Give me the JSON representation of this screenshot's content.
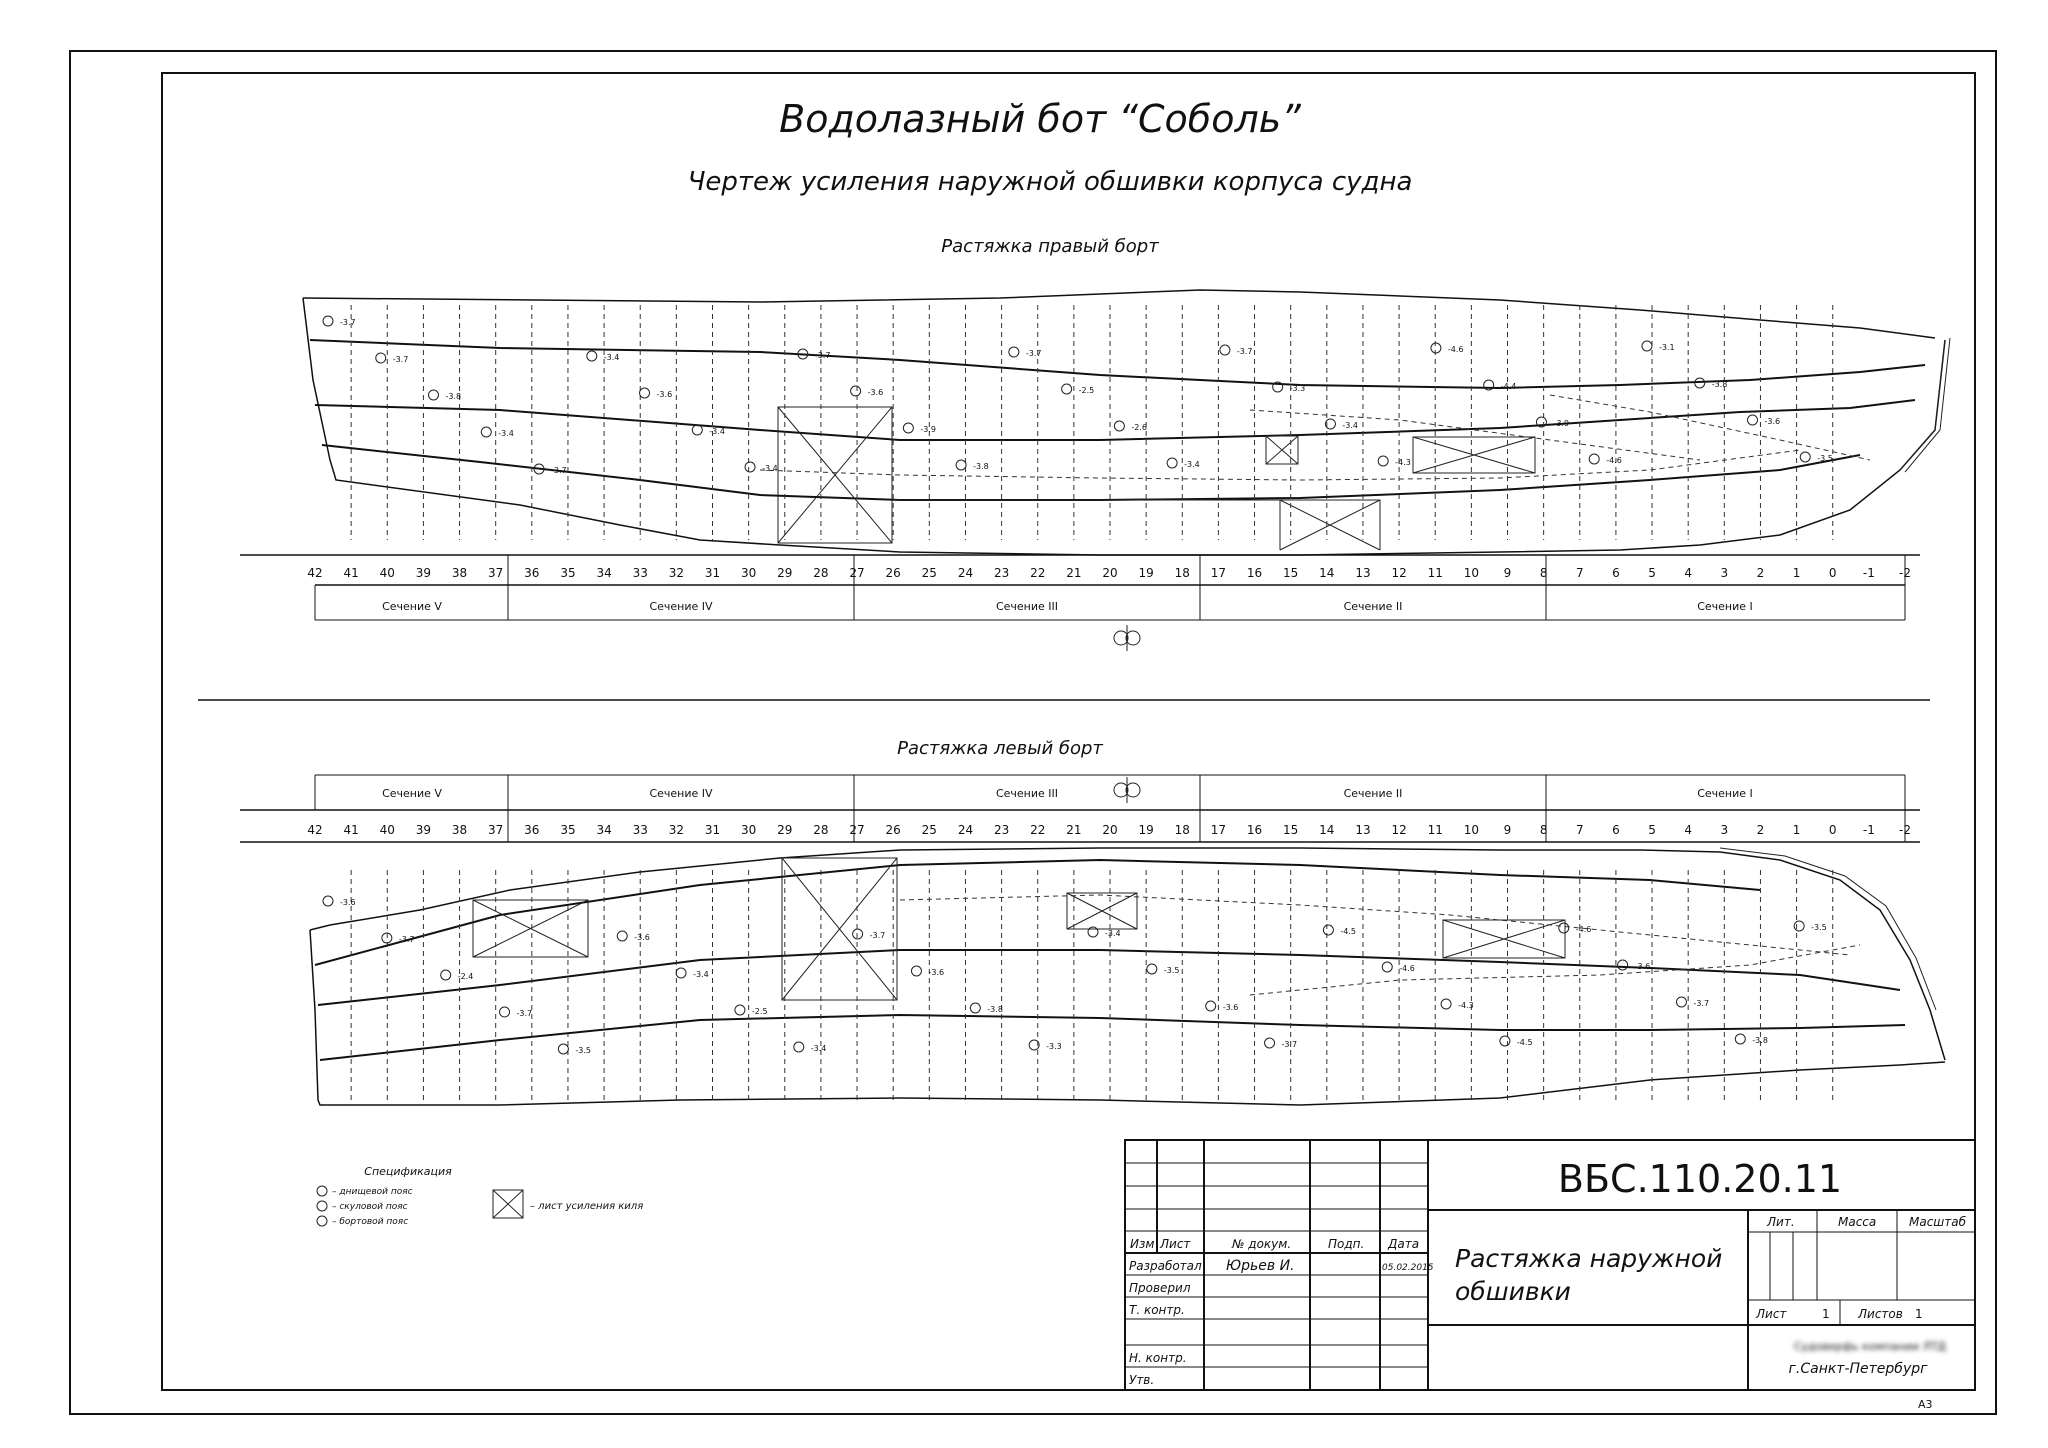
{
  "title": "Водолазный бот “Соболь”",
  "subtitle": "Чертеж усиления наружной обшивки корпуса судна",
  "starboard": {
    "heading": "Растяжка правый борт",
    "frames": [
      "42",
      "41",
      "40",
      "39",
      "38",
      "37",
      "36",
      "35",
      "34",
      "33",
      "32",
      "31",
      "30",
      "29",
      "28",
      "27",
      "26",
      "25",
      "24",
      "23",
      "22",
      "21",
      "20",
      "19",
      "18",
      "17",
      "16",
      "15",
      "14",
      "13",
      "12",
      "11",
      "10",
      "9",
      "8",
      "7",
      "6",
      "5",
      "4",
      "3",
      "2",
      "1",
      "0",
      "-1",
      "-2"
    ],
    "sections": [
      "Сечение V",
      "Сечение IV",
      "Сечение III",
      "Сечение II",
      "Сечение I"
    ],
    "thickness_labels": [
      "-3.7",
      "-3.7",
      "-3.8",
      "-3.4",
      "-3.7",
      "-3.4",
      "-3.6",
      "-3.4",
      "-3.4",
      "-3.7",
      "-3.6",
      "-3.9",
      "-3.8",
      "-3.7",
      "-2.5",
      "-2.6",
      "-3.4",
      "-3.7",
      "-3.3",
      "-3.4",
      "-4.3",
      "-4.6",
      "-4.4",
      "-3.9",
      "-4.6",
      "-3.1",
      "-3.8",
      "-3.6",
      "-3.5"
    ]
  },
  "port": {
    "heading": "Растяжка левый борт",
    "frames": [
      "42",
      "41",
      "40",
      "39",
      "38",
      "37",
      "36",
      "35",
      "34",
      "33",
      "32",
      "31",
      "30",
      "29",
      "28",
      "27",
      "26",
      "25",
      "24",
      "23",
      "22",
      "21",
      "20",
      "19",
      "18",
      "17",
      "16",
      "15",
      "14",
      "13",
      "12",
      "11",
      "10",
      "9",
      "8",
      "7",
      "6",
      "5",
      "4",
      "3",
      "2",
      "1",
      "0",
      "-1",
      "-2"
    ],
    "sections": [
      "Сечение V",
      "Сечение IV",
      "Сечение III",
      "Сечение II",
      "Сечение I"
    ],
    "thickness_labels": [
      "-3.6",
      "-3.7",
      "-2.4",
      "-3.7",
      "-3.5",
      "-3.6",
      "-3.4",
      "-2.5",
      "-3.4",
      "-3.7",
      "-3.6",
      "-3.8",
      "-3.3",
      "-3.4",
      "-3.5",
      "-3.6",
      "-3.7",
      "-4.5",
      "-4.6",
      "-4.3",
      "-4.5",
      "-4.6",
      "-3.6",
      "-3.7",
      "-3.8",
      "-3.5"
    ]
  },
  "legend": {
    "title": "Спецификация",
    "items": [
      "– днищевой пояс",
      "– скуловой пояс",
      "– бортовой пояс"
    ],
    "box_label": "– лист усиления киля"
  },
  "title_block": {
    "designation": "ВБС.110.20.11",
    "name_line1": "Растяжка наружной",
    "name_line2": "обшивки",
    "col_izm": "Изм",
    "col_list": "Лист",
    "col_doc": "№ докум.",
    "col_sign": "Подп.",
    "col_date": "Дата",
    "row_dev": "Разработал",
    "row_check": "Проверил",
    "row_tcontr": "Т. контр.",
    "row_ncontr": "Н. контр.",
    "row_approve": "Утв.",
    "developer": "Юрьев И.",
    "date": "05.02.2015",
    "lit": "Лит.",
    "mass": "Масса",
    "scale": "Масштаб",
    "sheet_label": "Лист",
    "sheet_no": "1",
    "sheets_label": "Листов",
    "sheets_no": "1",
    "org_blurred": "Судоверфь компании ЛТД",
    "city": "г.Санкт-Петербург",
    "format": "А3"
  }
}
